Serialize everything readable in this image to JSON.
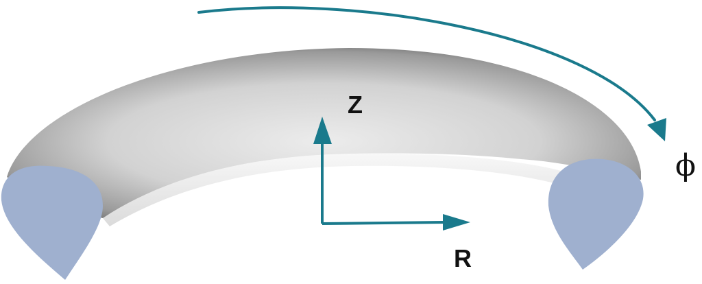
{
  "labels": {
    "z": "Z",
    "r": "R",
    "phi": "ϕ"
  },
  "colors": {
    "arrow": "#1a7a8c",
    "cross_section": "#9fb0cf",
    "torus_light": "#e6e6e6",
    "torus_dark": "#5a5a5a"
  }
}
